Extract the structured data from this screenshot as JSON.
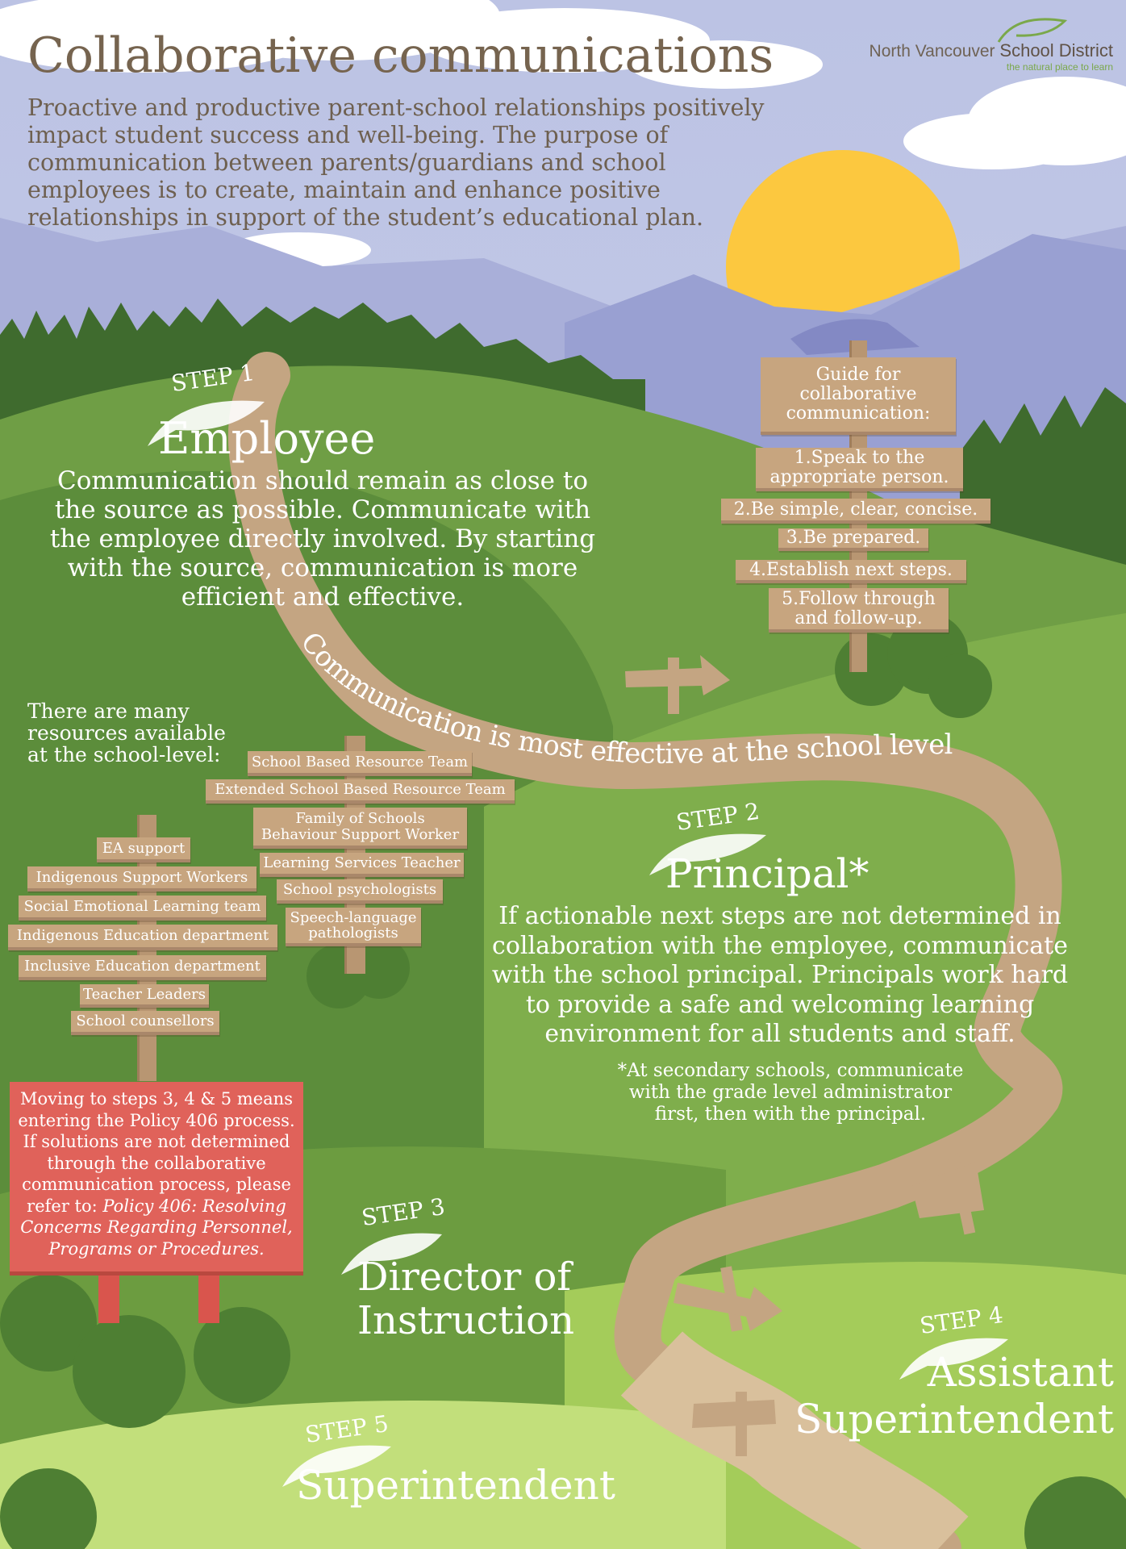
{
  "header": {
    "title": "Collaborative communications",
    "intro_lines": [
      "Proactive and productive parent-school relationships positively",
      "impact student success and well-being. The purpose of",
      "communication between parents/guardians and school",
      "employees is to create, maintain and enhance positive",
      "relationships in support of the student’s educational plan."
    ]
  },
  "logo": {
    "name_part1": "North Vancouver",
    "name_part2": "School District",
    "tagline": "the natural place to learn"
  },
  "colors": {
    "sky": "#c3c9e6",
    "sun": "#fcc83f",
    "grass": "#6f9e45",
    "wood": "#c7a57f",
    "alert": "#e0625a",
    "title": "#76644f"
  },
  "steps": [
    {
      "label": "STEP 1",
      "title": "Employee",
      "text_lines": [
        "Communication should remain as close to",
        "the source as possible. Communicate with",
        "the employee directly involved. By starting",
        "with the source, communication is more",
        "efficient and effective."
      ]
    },
    {
      "label": "STEP 2",
      "title": "Principal*",
      "text_lines": [
        "If actionable next steps are not determined in",
        "collaboration with the employee, communicate",
        "with the school principal. Principals work hard",
        "to provide a safe and welcoming learning",
        "environment for all students and staff."
      ],
      "footnote_lines": [
        "*At secondary schools, communicate",
        "with the grade level administrator",
        "first, then with the principal."
      ]
    },
    {
      "label": "STEP 3",
      "title_lines": [
        "Director of",
        "Instruction"
      ]
    },
    {
      "label": "STEP 4",
      "title_lines": [
        "Assistant",
        "Superintendent"
      ]
    },
    {
      "label": "STEP 5",
      "title": "Superintendent"
    }
  ],
  "path_text": "Communication is most effective at the school level",
  "guide": {
    "title_lines": [
      "Guide for",
      "collaborative",
      "communication:"
    ],
    "items": [
      [
        "1.Speak to the",
        "appropriate person."
      ],
      [
        "2.Be simple, clear, concise."
      ],
      [
        "3.Be prepared."
      ],
      [
        "4.Establish next steps."
      ],
      [
        "5.Follow through",
        "and follow-up."
      ]
    ]
  },
  "resources": {
    "intro_lines": [
      "There are many",
      "resources available",
      "at the school-level:"
    ],
    "left": [
      "EA support",
      "Indigenous Support Workers",
      "Social Emotional Learning team",
      "Indigenous Education department",
      "Inclusive Education department",
      "Teacher Leaders",
      "School counsellors"
    ],
    "right": [
      [
        "School Based Resource Team"
      ],
      [
        "Extended School Based Resource Team"
      ],
      [
        "Family of Schools",
        "Behaviour Support Worker"
      ],
      [
        "Learning Services Teacher"
      ],
      [
        "School psychologists"
      ],
      [
        "Speech-language",
        "pathologists"
      ]
    ]
  },
  "policy_sign": {
    "lines": [
      "Moving to steps 3, 4 & 5 means",
      "entering the Policy 406 process.",
      "If solutions are not determined",
      "through the collaborative",
      "communication process, please",
      "refer to:"
    ],
    "italic_lines": [
      "Policy 406: Resolving",
      "Concerns Regarding Personnel,",
      "Programs or Procedures."
    ]
  }
}
